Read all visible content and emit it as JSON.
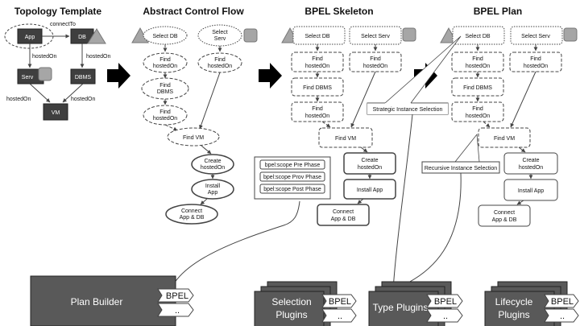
{
  "topology": {
    "title": "Topology Template",
    "app": "App",
    "db": "DB",
    "serv": "Serv",
    "dbms": "DBMS",
    "vm": "VM",
    "connect_to": "connectTo",
    "hosted_on": "hostedOn"
  },
  "abstract": {
    "title": "Abstract Control Flow",
    "select_db": "Select DB",
    "select_serv": [
      "Select",
      "Serv"
    ],
    "find_hosted_on": [
      "Find",
      "hostedOn"
    ],
    "find_dbms": [
      "Find",
      "DBMS"
    ],
    "find_vm": "Find VM",
    "create_hosted_on": [
      "Create",
      "hostedOn"
    ],
    "install_app": [
      "Install",
      "App"
    ],
    "connect": [
      "Connect",
      "App & DB"
    ]
  },
  "skeleton": {
    "title": "BPEL Skeleton",
    "select_db": "Select DB",
    "select_serv": "Select Serv",
    "find_hosted_on": [
      "Find",
      "hostedOn"
    ],
    "find_dbms": "Find DBMS",
    "find_vm": "Find VM",
    "create_hosted_on": [
      "Create",
      "hostedOn"
    ],
    "install_app": "Install App",
    "connect": [
      "Connect",
      "App & DB"
    ],
    "scopes": [
      "bpel:scope Pre Phase",
      "bpel:scope Prov Phase",
      "bpel:scope Post Phase"
    ]
  },
  "plan": {
    "title": "BPEL Plan",
    "select_db": "Select DB",
    "select_serv": "Select Serv",
    "find_hosted_on": [
      "Find",
      "hostedOn"
    ],
    "find_dbms": "Find DBMS",
    "find_vm": "Find VM",
    "create_hosted_on": [
      "Create",
      "hostedOn"
    ],
    "install_app": "Install App",
    "connect": [
      "Connect",
      "App & DB"
    ]
  },
  "callouts": {
    "strategic": "Strategic Instance Selection",
    "recursive": "Recursive Instance Selection"
  },
  "components": {
    "plan_builder": "Plan Builder",
    "selection_plugins": [
      "Selection",
      "Plugins"
    ],
    "type_plugins": "Type Plugins",
    "lifecycle_plugins": [
      "Lifecycle",
      "Plugins"
    ],
    "bpel_tag": "BPEL",
    "more_tag": ".."
  },
  "colors": {
    "node_dark": "#3f3f3f",
    "shape_grey": "#a6a6a6",
    "box_dark": "#595959",
    "arrow": "#000000"
  }
}
